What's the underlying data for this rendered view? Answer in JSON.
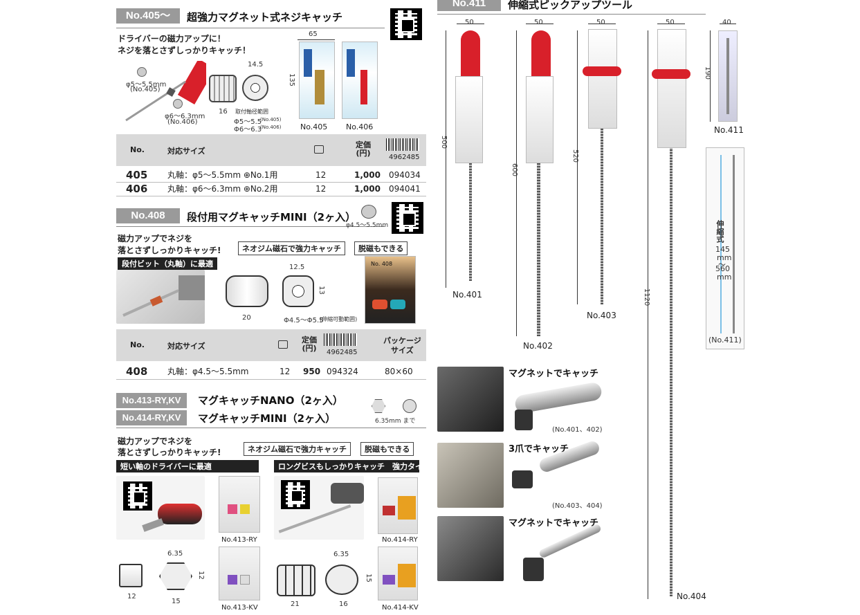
{
  "no405": {
    "header": "No.405～",
    "title": "超強力マグネット式ネジキャッチ",
    "desc1": "ドライバーの磁力アップに！",
    "desc2": "ネジを落とさずしっかりキャッチ！",
    "dim_phi1": "φ5～5.5mm",
    "dim_no1": "(No.405)",
    "dim_phi2": "φ6～6.3mm",
    "dim_no2": "(No.406)",
    "dim_16": "16",
    "dim_145": "14.5",
    "range_title": "取付軸径範囲",
    "range1": "Φ5～5.5",
    "range1_no": "(No.405)",
    "range2": "Φ6～6.3",
    "range2_no": "(No.406)",
    "dim_65": "65",
    "dim_135": "135",
    "pkg1": "No.405",
    "pkg2": "No.406",
    "table": {
      "col_no": "No.",
      "col_size": "対応サイズ",
      "col_price": "定価\n(円)",
      "jan_prefix": "4962485",
      "rows": [
        {
          "no": "405",
          "size": "丸軸：φ5～5.5mm ⊕No.1用",
          "qty": "12",
          "price": "1,000",
          "jan": "094034"
        },
        {
          "no": "406",
          "size": "丸軸：φ6～6.3mm ⊕No.2用",
          "qty": "12",
          "price": "1,000",
          "jan": "094041"
        }
      ]
    }
  },
  "no408": {
    "header": "No.408",
    "title": "段付用マグキャッチMINI（2ヶ入）",
    "phi": "φ4.5～5.5mm",
    "desc1": "磁力アップでネジを",
    "desc2": "落とさずしっかりキャッチ!",
    "tag1": "ネオジム磁石で強力キャッチ",
    "tag2": "脱磁もできる",
    "bar": "段付ビット（丸軸）に最適",
    "dim_125": "12.5",
    "dim_13": "13",
    "dim_20": "20",
    "range": "Φ4.5～Φ5.5",
    "range_note": "(伸縮可動範囲)",
    "pkg_no": "No. 408",
    "table": {
      "col_no": "No.",
      "col_size": "対応サイズ",
      "col_price": "定価\n(円)",
      "jan_prefix": "4962485",
      "col_pkg": "パッケージ\nサイズ",
      "rows": [
        {
          "no": "408",
          "size": "丸軸：φ4.5～5.5mm",
          "qty": "12",
          "price": "950",
          "jan": "094324",
          "pkg": "80×60"
        }
      ]
    }
  },
  "no413": {
    "header1": "No.413-RY,KV",
    "title1": "マグキャッチNANO（2ヶ入）",
    "header2": "No.414-RY,KV",
    "title2": "マグキャッチMINI（2ヶ入）",
    "size_note": "6.35mm まで",
    "desc1": "磁力アップでネジを",
    "desc2": "落とさずしっかりキャッチ!",
    "tag1": "ネオジム磁石で強力キャッチ",
    "tag2": "脱磁もできる",
    "bar1": "短い軸のドライバーに最適",
    "bar2": "ロングビスもしっかりキャッチ　強力タイプ",
    "pkg_413ry": "No.413-RY",
    "pkg_413kv": "No.413-KV",
    "pkg_414ry": "No.414-RY",
    "pkg_414kv": "No.414-KV",
    "dim_635a": "6.35",
    "dim_12a": "12",
    "dim_12b": "12",
    "dim_15a": "15",
    "dim_635b": "6.35",
    "dim_15b": "15",
    "dim_21": "21",
    "dim_16": "16"
  },
  "no411": {
    "header": "No.411",
    "title": "伸縮式ピックアップツール",
    "dim_50a": "50",
    "dim_50b": "50",
    "dim_50c": "50",
    "dim_50d": "50",
    "dim_40": "40",
    "len_500": "500",
    "len_600": "600",
    "len_520": "520",
    "len_1120": "1120",
    "len_190": "190",
    "tool_401": "No.401",
    "tool_402": "No.402",
    "tool_403": "No.403",
    "tool_404": "No.404",
    "tool_411": "No.411",
    "tele_label": "伸縮式",
    "tele_145": "145",
    "tele_mm1": "mm",
    "tele_tilde": "～",
    "tele_560": "560",
    "tele_mm2": "mm",
    "tele_no": "(No.411)",
    "cap1": "マグネットでキャッチ",
    "cap1_no": "(No.401、402)",
    "cap2": "3爪でキャッチ",
    "cap2_no": "(No.403、404)",
    "cap3": "マグネットでキャッチ"
  },
  "colors": {
    "header_gray": "#9a9a9a",
    "red_handle": "#d8202a",
    "table_gray": "#d9d9d9"
  }
}
